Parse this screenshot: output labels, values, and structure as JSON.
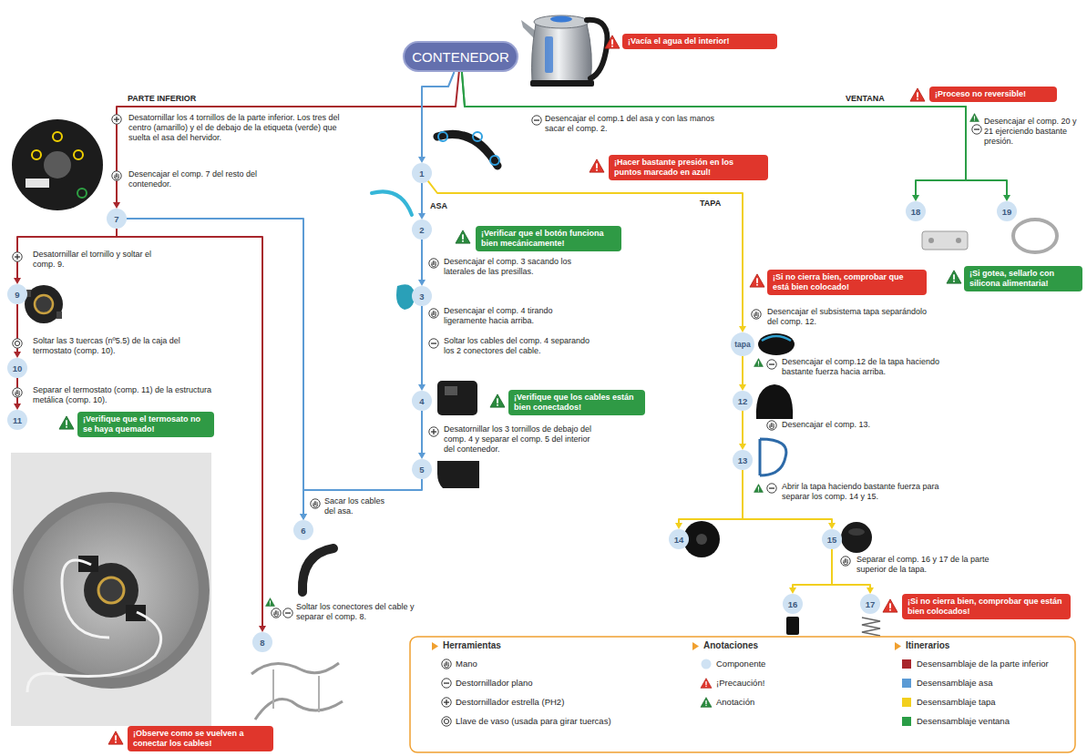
{
  "diagram": {
    "nodes": [
      {
        "text": [
          "CONTENEDOR"
        ]
      },
      {
        "text": [
          "¡Vacía el agua del interior!"
        ]
      },
      {
        "text": [
          "¡Proceso no reversible!"
        ]
      },
      {
        "text": [
          "7"
        ]
      },
      {
        "text": [
          "1"
        ]
      },
      {
        "text": [
          "¡Hacer bastante presión en los puntos marcado en azul!"
        ]
      },
      {
        "text": [
          "18"
        ]
      },
      {
        "text": [
          "19"
        ]
      },
      {
        "text": [
          "2"
        ]
      },
      {
        "text": [
          "¡Verificar que el botón funciona bien mecánicamente!"
        ]
      },
      {
        "text": [
          "¡Si gotea, sellarlo con silicona alimentaria!"
        ]
      },
      {
        "text": [
          "9"
        ]
      },
      {
        "text": [
          "3"
        ]
      },
      {
        "text": [
          "¡Si no cierra bien, comprobar que está bien colocado!"
        ]
      },
      {
        "text": [
          "tapa"
        ]
      },
      {
        "text": [
          "10"
        ]
      },
      {
        "text": [
          "4"
        ]
      },
      {
        "text": [
          "¡Verifique que los cables están bien conectados!"
        ]
      },
      {
        "text": [
          "12"
        ]
      },
      {
        "text": [
          "11"
        ]
      },
      {
        "text": [
          "¡Verifique que el termosato no se haya quemado!"
        ]
      },
      {
        "text": [
          "13"
        ]
      },
      {
        "text": [
          "5"
        ]
      },
      {
        "text": [
          "6"
        ]
      },
      {
        "text": [
          "14"
        ]
      },
      {
        "text": [
          "15"
        ]
      },
      {
        "text": [
          "16"
        ]
      },
      {
        "text": [
          "17"
        ]
      },
      {
        "text": [
          "8"
        ]
      },
      {
        "text": [
          "¡Si no cierra bien, comprobar que están bien colocados!"
        ]
      },
      {
        "text": [
          "¡Observe como se vuelven a conectar los cables!"
        ]
      }
    ],
    "edges": [
      {
        "from": 0,
        "to": 3,
        "arrow": "to"
      },
      {
        "from": 0,
        "to": 4,
        "arrow": "to"
      },
      {
        "from": 0,
        "to": 6,
        "arrow": "to"
      },
      {
        "from": 0,
        "to": 7,
        "arrow": "to"
      },
      {
        "from": 4,
        "to": 8,
        "arrow": "to"
      },
      {
        "from": 4,
        "to": 14,
        "arrow": "to"
      },
      {
        "from": 3,
        "to": 11,
        "arrow": "to"
      },
      {
        "from": 3,
        "to": 28,
        "arrow": "to"
      },
      {
        "from": 3,
        "to": 23,
        "arrow": "to"
      },
      {
        "from": 11,
        "to": 15,
        "arrow": "to"
      },
      {
        "from": 15,
        "to": 19,
        "arrow": "to"
      },
      {
        "from": 8,
        "to": 12,
        "arrow": "to"
      },
      {
        "from": 12,
        "to": 16,
        "arrow": "to"
      },
      {
        "from": 16,
        "to": 22,
        "arrow": "to"
      },
      {
        "from": 22,
        "to": 23,
        "arrow": "to"
      },
      {
        "from": 14,
        "to": 18,
        "arrow": "to"
      },
      {
        "from": 18,
        "to": 21,
        "arrow": "to"
      },
      {
        "from": 21,
        "to": 24,
        "arrow": "to"
      },
      {
        "from": 21,
        "to": 25,
        "arrow": "to"
      },
      {
        "from": 25,
        "to": 26,
        "arrow": "to"
      },
      {
        "from": 25,
        "to": 27,
        "arrow": "to"
      }
    ],
    "labels": [
      "PARTE INFERIOR",
      "VENTANA",
      "Desatornillar los 4 tornillos de la parte inferior. Los tres del centro (amarillo) y el de debajo de la etiqueta (verde) que suelta el asa del hervidor.",
      "Desencajar el comp.1 del asa y con las manos sacar el comp. 2.",
      "Desencajar el comp. 20 y 21 ejerciendo bastante presión.",
      "Desencajar el comp. 7 del resto del contenedor.",
      "ASA",
      "TAPA",
      "Desatornillar el tornillo y soltar el comp. 9.",
      "Desencajar el comp. 3 sacando los laterales de las presillas.",
      "Desencajar el comp. 4 tirando ligeramente hacia arriba.",
      "Desencajar el subsistema tapa separándolo del comp. 12.",
      "Soltar los cables del comp. 4 separando los 2 conectores del cable.",
      "Soltar las 3 tuercas (nº5.5) de la caja del termostato (comp. 10).",
      "Desencajar el comp.12 de la tapa haciendo bastante fuerza hacia arriba.",
      "Separar el termostato (comp. 11) de la estructura metálica (comp. 10).",
      "Desencajar el comp. 13.",
      "Desatornillar los 3 tornillos de debajo del comp. 4 y separar el comp. 5 del interior del contenedor.",
      "Abrir la tapa haciendo bastante fuerza para separar los comp. 14 y 15.",
      "Sacar los cables del asa.",
      "Separar el comp. 16 y 17 de la parte superior de la tapa.",
      "Soltar los conectores del cable y separar el comp. 8.",
      "Herramientas",
      "Anotaciones",
      "Itinerarios"
    ],
    "legend": [
      {
        "text": "Mano"
      },
      {
        "text": "Destornillador plano"
      },
      {
        "text": "Destornillador estrella (PH2)"
      },
      {
        "text": "Llave de vaso (usada para girar tuercas)"
      },
      {
        "text": "Componente"
      },
      {
        "text": "¡Precaución!"
      },
      {
        "text": "Anotación"
      },
      {
        "text": "Desensamblaje de la parte inferior",
        "color": "#a8262c"
      },
      {
        "text": "Desensamblaje asa",
        "color": "#5b9bd5"
      },
      {
        "text": "Desensamblaje tapa",
        "color": "#f2cf1d"
      },
      {
        "text": "Desensamblaje ventana",
        "color": "#2a9d46"
      }
    ]
  }
}
